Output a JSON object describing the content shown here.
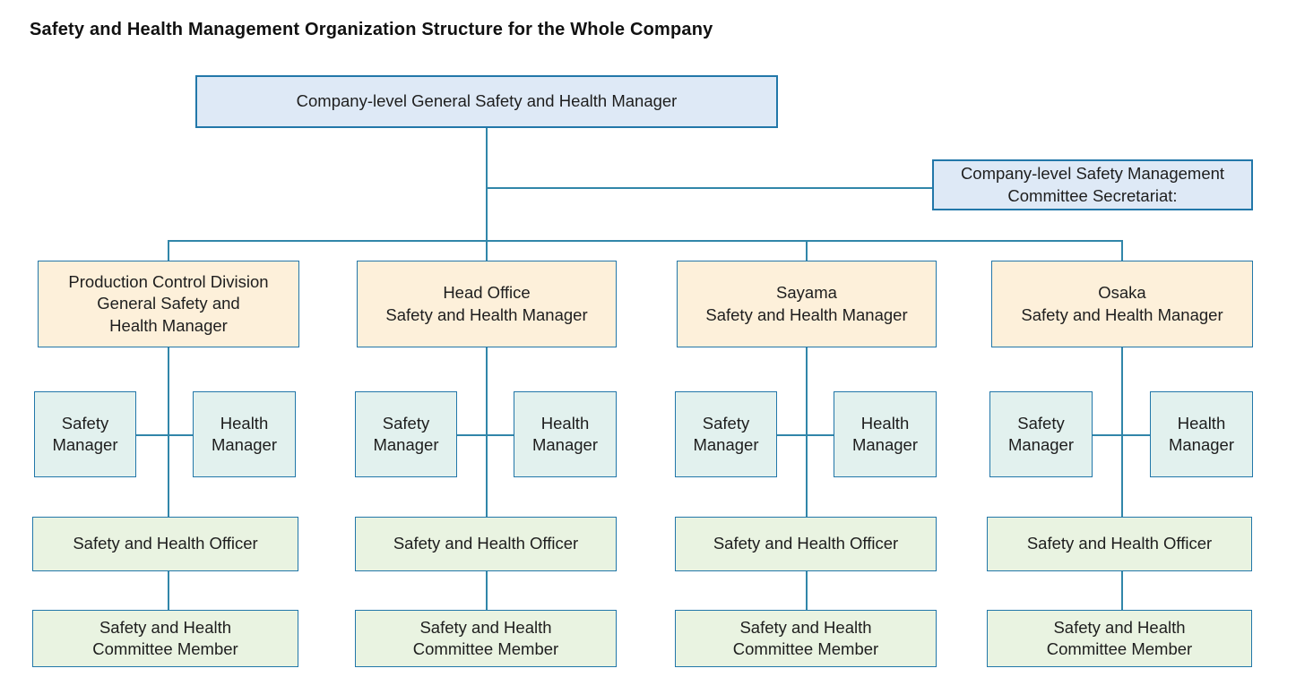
{
  "title": "Safety and Health Management Organization Structure for the Whole Company",
  "colors": {
    "box_border": "#2277a9",
    "connector_line": "#3186a9",
    "blue_fill": "#dee9f6",
    "peach_fill": "#fdf0da",
    "teal_fill": "#e2f1ee",
    "green_fill": "#e9f3e1",
    "text": "#1e1e1e"
  },
  "top_manager": "Company-level General Safety and Health Manager",
  "secretariat": "Company-level Safety Management\nCommittee Secretariat:",
  "branches": [
    {
      "header": "Production Control Division\nGeneral Safety and\nHealth Manager",
      "safety_manager": "Safety\nManager",
      "health_manager": "Health\nManager",
      "officer": "Safety and Health Officer",
      "committee_member": "Safety and Health\nCommittee Member"
    },
    {
      "header": "Head Office\nSafety and Health Manager",
      "safety_manager": "Safety\nManager",
      "health_manager": "Health\nManager",
      "officer": "Safety and Health Officer",
      "committee_member": "Safety and Health\nCommittee Member"
    },
    {
      "header": "Sayama\nSafety and Health Manager",
      "safety_manager": "Safety\nManager",
      "health_manager": "Health\nManager",
      "officer": "Safety and Health Officer",
      "committee_member": "Safety and Health\nCommittee Member"
    },
    {
      "header": "Osaka\nSafety and Health Manager",
      "safety_manager": "Safety\nManager",
      "health_manager": "Health\nManager",
      "officer": "Safety and Health Officer",
      "committee_member": "Safety and Health\nCommittee Member"
    }
  ]
}
